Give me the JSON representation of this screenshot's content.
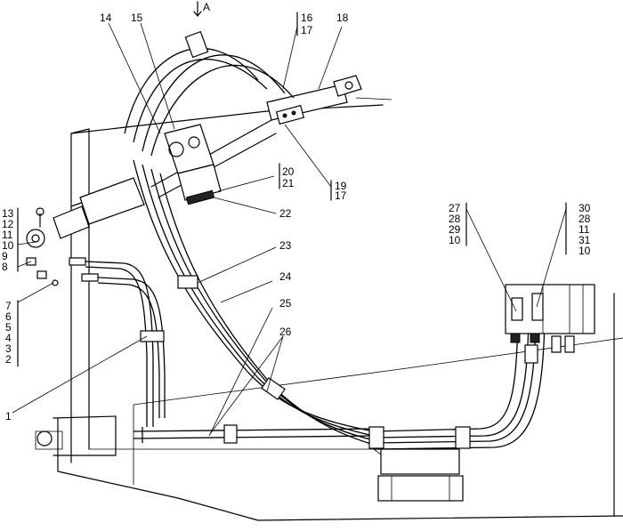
{
  "view_label": "A",
  "callouts": {
    "c1": "1",
    "c2": "2",
    "c3": "3",
    "c4": "4",
    "c5": "5",
    "c6": "6",
    "c7": "7",
    "c8": "8",
    "c9": "9",
    "c10": "10",
    "c11": "11",
    "c12": "12",
    "c13": "13",
    "c14": "14",
    "c15": "15",
    "c16": "16",
    "c17a": "17",
    "c18": "18",
    "c19": "19",
    "c17b": "17",
    "c20": "20",
    "c21": "21",
    "c22": "22",
    "c23": "23",
    "c24": "24",
    "c25": "25",
    "c26": "26",
    "g27_1": "27",
    "g27_2": "28",
    "g27_3": "29",
    "g27_4": "10",
    "g30_1": "30",
    "g30_2": "28",
    "g30_3": "11",
    "g30_4": "31",
    "g30_5": "10"
  }
}
